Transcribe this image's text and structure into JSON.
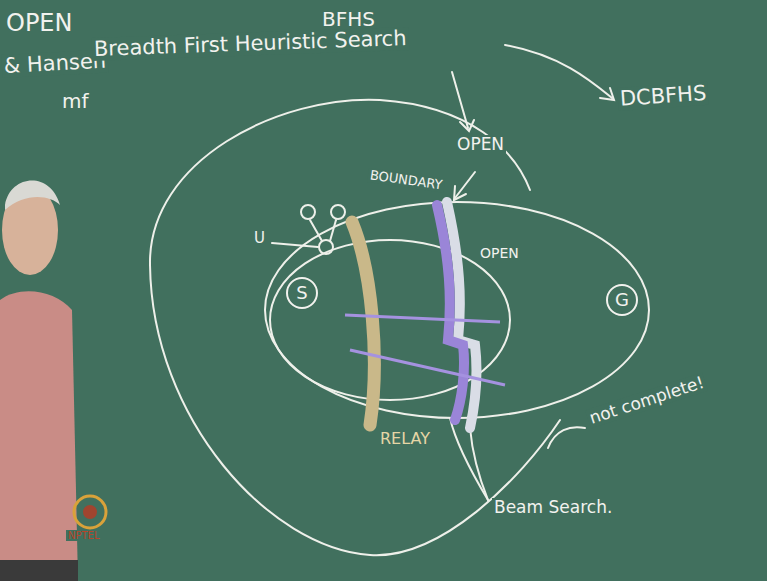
{
  "diagram": {
    "nodes": [
      {
        "text": [
          "S"
        ]
      },
      {
        "text": [
          "G"
        ]
      }
    ],
    "labels": [
      "OPEN",
      "& Hansen",
      "BFHS",
      "Breadth First Heuristic Search",
      "DCBFHS",
      "mf",
      "OPEN",
      "BOUNDARY",
      "OPEN",
      "U",
      "RELAY",
      "not complete!",
      "Beam Search.",
      "NPTEL"
    ]
  }
}
